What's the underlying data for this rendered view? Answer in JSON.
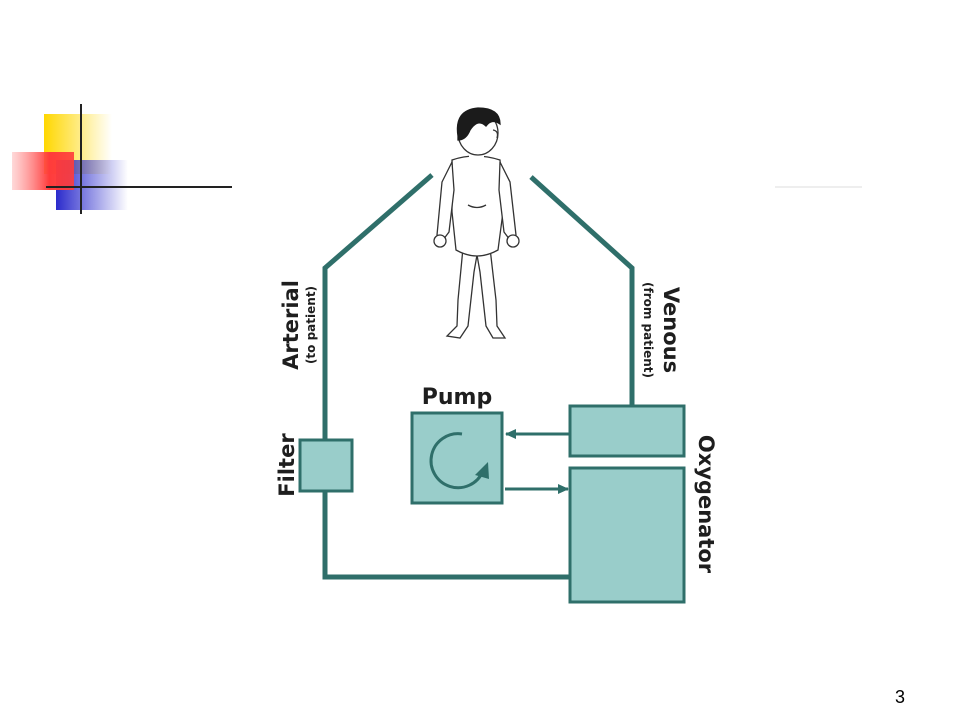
{
  "diagram": {
    "labels": {
      "pump": "Pump",
      "filter": "Filter",
      "arterial": "Arterial",
      "arterial_sub": "(to patient)",
      "venous": "Venous",
      "venous_sub": "(from patient)",
      "oxygenator": "Oxygenator"
    },
    "icons": {
      "patient": "child-figure-icon",
      "pump": "circular-arrow-icon"
    },
    "colors": {
      "tube": "#2f6f6a",
      "box_fill": "#99cdca",
      "box_stroke": "#2f6f6a"
    }
  },
  "decoration": {
    "colors": {
      "yellow": "#ffd700",
      "red": "#ff4d4d",
      "blue": "#3333cc"
    }
  },
  "footer": {
    "slide_number": "3"
  }
}
